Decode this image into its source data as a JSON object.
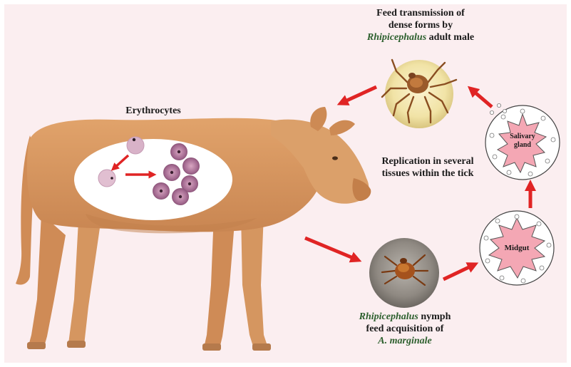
{
  "colors": {
    "background": "#fbeef0",
    "arrow": "#e02424",
    "species_text": "#2c5f2d",
    "cow_body": "#d99a63",
    "organ_fill": "#f4a7b4"
  },
  "labels": {
    "feed_transmission": {
      "line1": "Feed transmission of",
      "line2": "dense forms by",
      "species": "Rhipicephalus",
      "line3_rest": " adult male"
    },
    "erythrocytes": "Erythrocytes",
    "replication": {
      "line1": "Replication in several",
      "line2": "tissues within the tick"
    },
    "salivary_gland": {
      "line1": "Salivary",
      "line2": "gland"
    },
    "midgut": "Midgut",
    "nymph_acquisition": {
      "species": "Rhipicephalus",
      "line1_rest": " nymph",
      "line2": "feed acquisition of",
      "line3": "A. marginale"
    }
  },
  "icons": [
    "cow-illustration",
    "adult-male-tick-photo",
    "nymph-tick-photo",
    "erythrocyte-cell",
    "flow-arrow"
  ]
}
